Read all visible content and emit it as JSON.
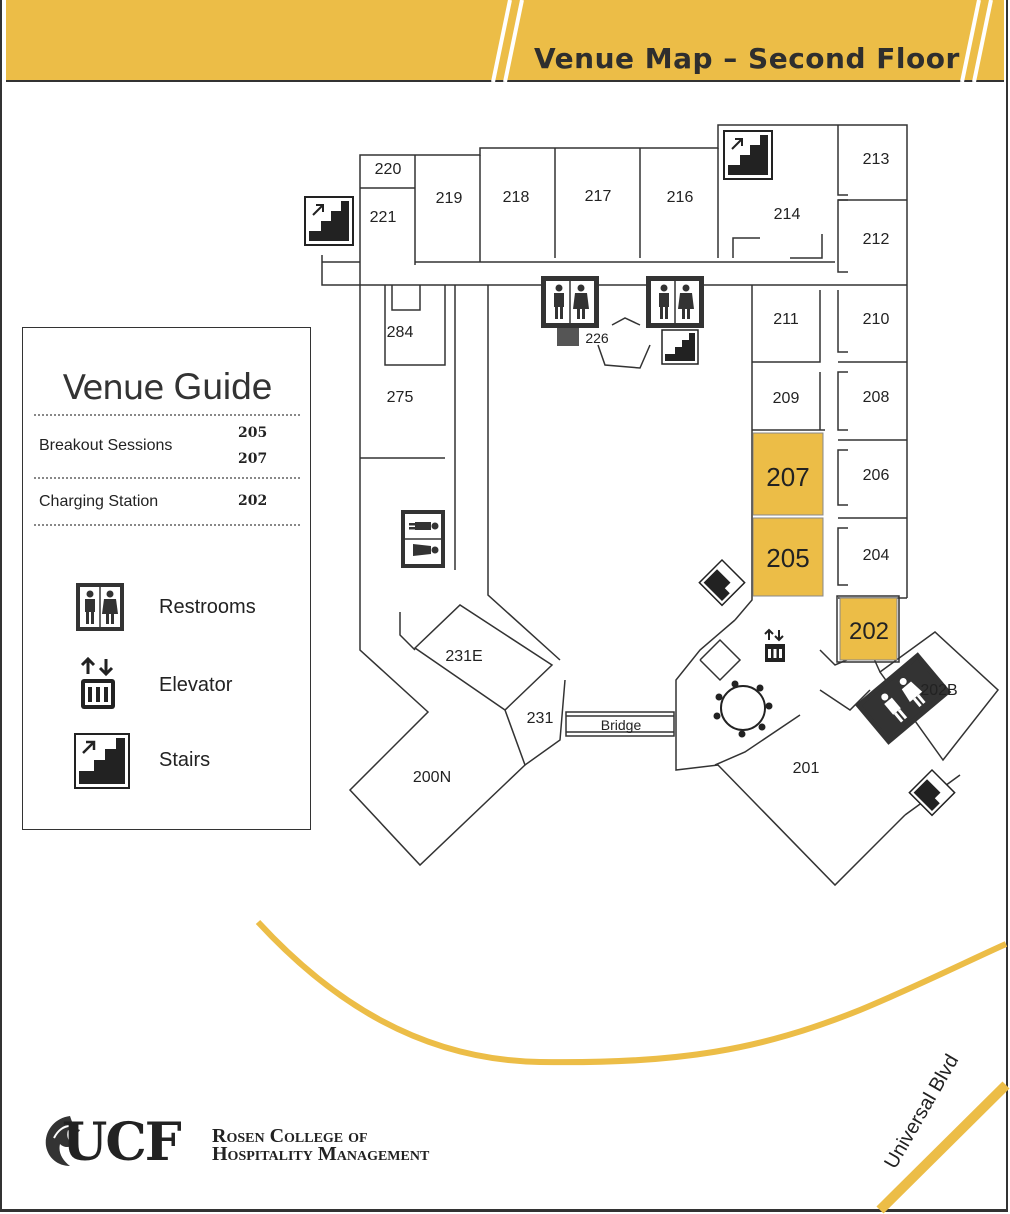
{
  "header": {
    "title": "Venue Map – Second Floor"
  },
  "legend": {
    "title_part1": "Venue",
    "title_part2": " Guide",
    "rows": [
      {
        "label": "Breakout Sessions",
        "values": [
          "205",
          "207"
        ]
      },
      {
        "label": "Charging Station",
        "values": [
          "202"
        ]
      }
    ],
    "keys": [
      {
        "icon": "restroom-icon",
        "label": "Restrooms"
      },
      {
        "icon": "elevator-icon",
        "label": "Elevator"
      },
      {
        "icon": "stairs-icon",
        "label": "Stairs"
      }
    ]
  },
  "rooms": {
    "r220": "220",
    "r221": "221",
    "r219": "219",
    "r218": "218",
    "r217": "217",
    "r216": "216",
    "r214": "214",
    "r213": "213",
    "r212": "212",
    "r211": "211",
    "r210": "210",
    "r209": "209",
    "r208": "208",
    "r207": "207",
    "r206": "206",
    "r205": "205",
    "r204": "204",
    "r202": "202",
    "r202b": "202B",
    "r201": "201",
    "r226": "226",
    "r284": "284",
    "r275": "275",
    "r231e": "231E",
    "r231": "231",
    "r200n": "200N",
    "bridge": "Bridge"
  },
  "highlight_color": "#ecbd47",
  "street": "Universal Blvd",
  "logo": {
    "mark": "UCF",
    "line1": "Rosen College of",
    "line2": "Hospitality Management"
  }
}
